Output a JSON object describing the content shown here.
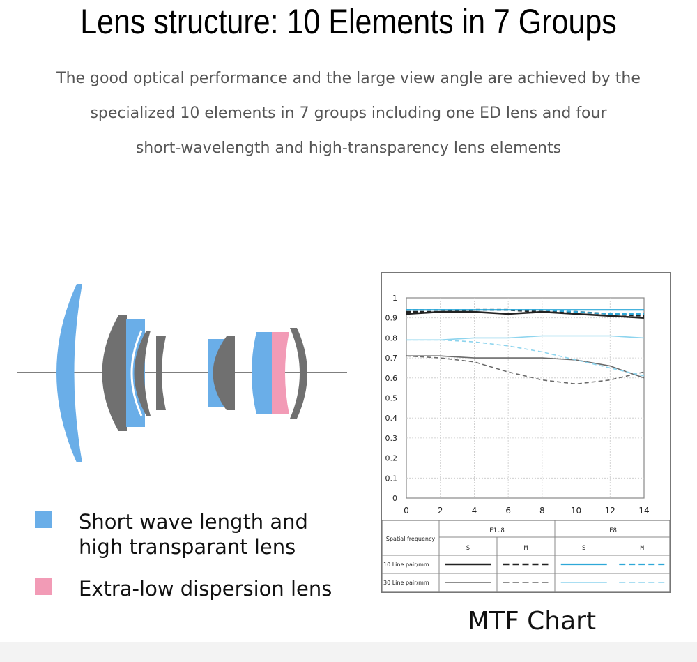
{
  "header": {
    "title": "Lens structure: 10 Elements in 7 Groups",
    "description_lines": [
      "The good optical performance and the large view angle are achieved by the",
      "specialized 10 elements in 7 groups including one ED lens and four",
      "short-wavelength and high-transparency lens elements"
    ]
  },
  "colors": {
    "short_wave_lens": "#6aaee8",
    "ed_lens": "#f29bb6",
    "standard_lens": "#707070",
    "mtf_dark": "#222222",
    "mtf_gray": "#6a6a6a",
    "mtf_blue": "#2ea8d8",
    "mtf_light_blue": "#8dd4ee"
  },
  "legend": [
    {
      "label_lines": [
        "Short wave length and",
        "high transparant lens"
      ],
      "color": "#6aaee8"
    },
    {
      "label_lines": [
        "Extra-low dispersion lens"
      ],
      "color": "#f29bb6"
    }
  ],
  "mtf": {
    "caption": "MTF Chart",
    "table": {
      "header_label": "Spatial frequency",
      "apertures": [
        "F1.8",
        "F8"
      ],
      "sub_labels": [
        "S",
        "M",
        "S",
        "M"
      ],
      "row_labels": [
        "10 Line pair/mm",
        "30 Line pair/mm"
      ]
    }
  },
  "chart_data": {
    "type": "line",
    "title": "MTF Chart",
    "xlabel": "",
    "ylabel": "",
    "xlim": [
      0,
      14
    ],
    "ylim": [
      0,
      1
    ],
    "x_ticks": [
      0,
      2,
      4,
      6,
      8,
      10,
      12,
      14
    ],
    "y_ticks": [
      0,
      0.1,
      0.2,
      0.3,
      0.4,
      0.5,
      0.6,
      0.7,
      0.8,
      0.9,
      1
    ],
    "y_tick_labels": [
      "0",
      "0.1",
      "0.2",
      "0.3",
      "0.4",
      "0.5",
      "0.6",
      "0.7",
      "0.8",
      "0.9",
      "1"
    ],
    "grid": true,
    "series": [
      {
        "name": "10 Line pair/mm F1.8 S",
        "color": "#222222",
        "dash": "solid",
        "width": 2.6,
        "x": [
          0,
          2,
          4,
          6,
          8,
          10,
          12,
          14
        ],
        "y": [
          0.92,
          0.93,
          0.93,
          0.92,
          0.93,
          0.92,
          0.91,
          0.9
        ]
      },
      {
        "name": "10 Line pair/mm F1.8 M",
        "color": "#222222",
        "dash": "dashed",
        "width": 2.6,
        "x": [
          0,
          2,
          4,
          6,
          8,
          10,
          12,
          14
        ],
        "y": [
          0.93,
          0.93,
          0.94,
          0.94,
          0.93,
          0.93,
          0.92,
          0.91
        ]
      },
      {
        "name": "10 Line pair/mm F8 S",
        "color": "#2ea8d8",
        "dash": "solid",
        "width": 2.2,
        "x": [
          0,
          2,
          4,
          6,
          8,
          10,
          12,
          14
        ],
        "y": [
          0.94,
          0.94,
          0.94,
          0.94,
          0.94,
          0.94,
          0.94,
          0.94
        ]
      },
      {
        "name": "10 Line pair/mm F8 M",
        "color": "#2ea8d8",
        "dash": "dashed",
        "width": 2.2,
        "x": [
          0,
          2,
          4,
          6,
          8,
          10,
          12,
          14
        ],
        "y": [
          0.94,
          0.94,
          0.94,
          0.94,
          0.94,
          0.93,
          0.92,
          0.92
        ]
      },
      {
        "name": "30 Line pair/mm F1.8 S",
        "color": "#6a6a6a",
        "dash": "solid",
        "width": 1.6,
        "x": [
          0,
          2,
          4,
          6,
          8,
          10,
          12,
          14
        ],
        "y": [
          0.71,
          0.71,
          0.7,
          0.7,
          0.7,
          0.69,
          0.66,
          0.6
        ]
      },
      {
        "name": "30 Line pair/mm F1.8 M",
        "color": "#6a6a6a",
        "dash": "dashed",
        "width": 1.6,
        "x": [
          0,
          2,
          4,
          6,
          8,
          10,
          12,
          14
        ],
        "y": [
          0.71,
          0.7,
          0.68,
          0.63,
          0.59,
          0.57,
          0.59,
          0.63
        ]
      },
      {
        "name": "30 Line pair/mm F8 S",
        "color": "#8dd4ee",
        "dash": "solid",
        "width": 1.6,
        "x": [
          0,
          2,
          4,
          6,
          8,
          10,
          12,
          14
        ],
        "y": [
          0.79,
          0.79,
          0.8,
          0.8,
          0.81,
          0.81,
          0.81,
          0.8
        ]
      },
      {
        "name": "30 Line pair/mm F8 M",
        "color": "#8dd4ee",
        "dash": "dashed",
        "width": 1.6,
        "x": [
          0,
          2,
          4,
          6,
          8,
          10,
          12,
          14
        ],
        "y": [
          0.79,
          0.79,
          0.78,
          0.76,
          0.73,
          0.69,
          0.65,
          0.61
        ]
      }
    ]
  }
}
